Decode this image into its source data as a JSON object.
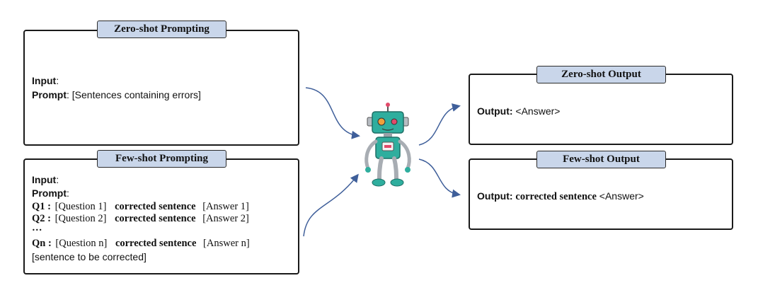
{
  "zero_prompt": {
    "title": "Zero-shot Prompting",
    "input_label": "Input",
    "colon": ":",
    "prompt_label": "Prompt",
    "prompt_sep": ":",
    "prompt_text": "[Sentences containing errors]"
  },
  "few_prompt": {
    "title": "Few-shot Prompting",
    "input_label": "Input",
    "prompt_label": "Prompt",
    "colon": ":",
    "rows": [
      {
        "q": "Q1 :",
        "question": "[Question 1]",
        "corrected": "corrected sentence",
        "answer": "[Answer 1]"
      },
      {
        "q": "Q2 :",
        "question": "[Question 2]",
        "corrected": "corrected sentence",
        "answer": "[Answer 2]"
      },
      {
        "q": "Qn :",
        "question": "[Question n]",
        "corrected": "corrected sentence",
        "answer": "[Answer n]"
      }
    ],
    "ellipsis": "…",
    "final": "[sentence to be corrected]"
  },
  "zero_output": {
    "title": "Zero-shot Output",
    "label": "Output:",
    "text": "<Answer>"
  },
  "few_output": {
    "title": "Few-shot Output",
    "label": "Output:",
    "corrected": "corrected sentence",
    "text": "<Answer>"
  },
  "colors": {
    "tag_fill": "#c9d6ea",
    "arrow": "#3f5f9a",
    "robot_teal": "#2fae9e"
  },
  "icons": [
    "robot-icon"
  ]
}
